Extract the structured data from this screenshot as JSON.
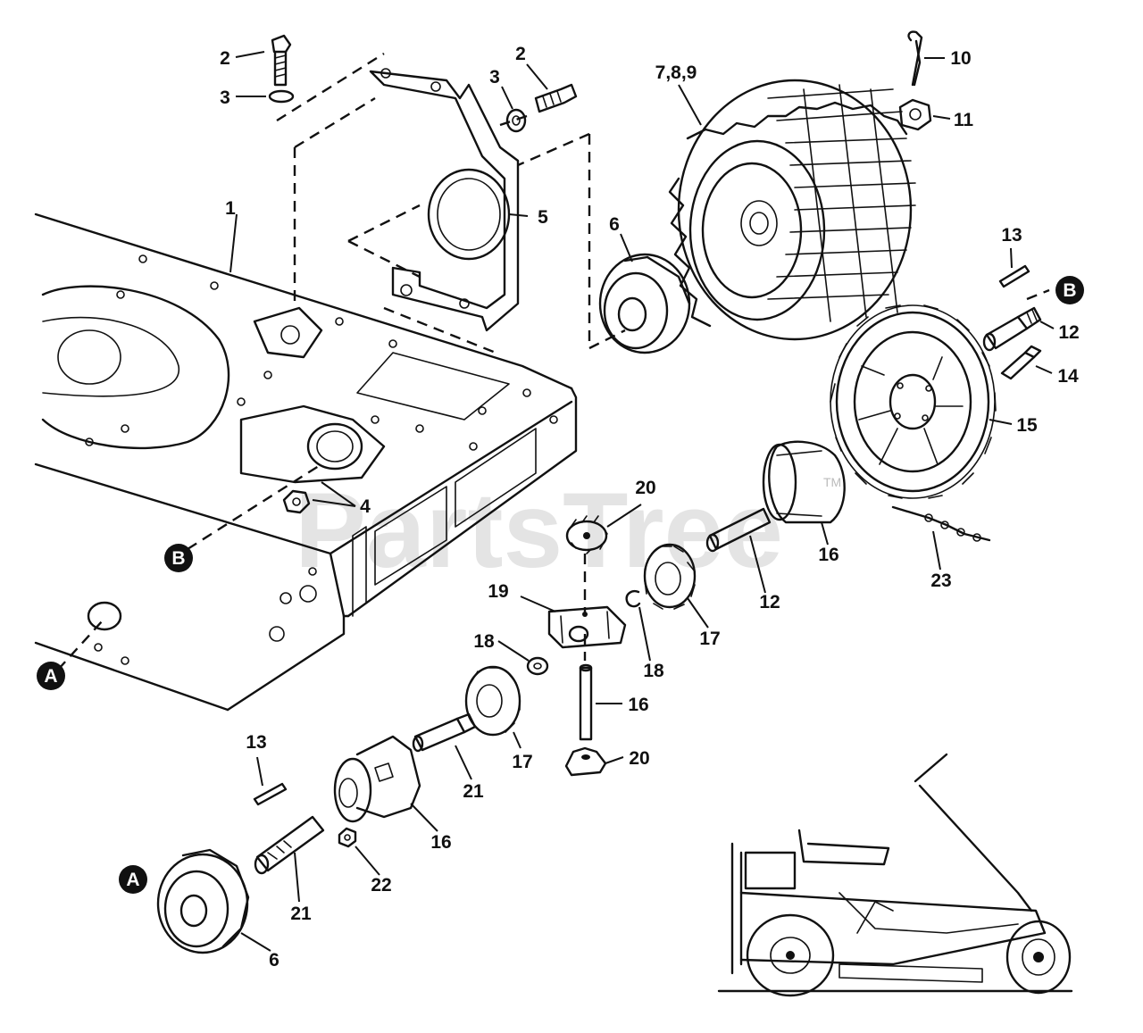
{
  "watermark": {
    "text": "PartsTree",
    "tm": "TM"
  },
  "callouts": {
    "a": "A",
    "b": "B"
  },
  "labels": {
    "l1": "1",
    "l2a": "2",
    "l2b": "2",
    "l3a": "3",
    "l3b": "3",
    "l4": "4",
    "l5": "5",
    "l6a": "6",
    "l6b": "6",
    "l789": "7,8,9",
    "l10": "10",
    "l11": "11",
    "l12a": "12",
    "l12b": "12",
    "l13a": "13",
    "l13b": "13",
    "l14": "14",
    "l15": "15",
    "l16a": "16",
    "l16b": "16",
    "l16c": "16",
    "l17a": "17",
    "l17b": "17",
    "l18a": "18",
    "l18b": "18",
    "l19": "19",
    "l20a": "20",
    "l20b": "20",
    "l21a": "21",
    "l21b": "21",
    "l22": "22",
    "l23": "23"
  }
}
